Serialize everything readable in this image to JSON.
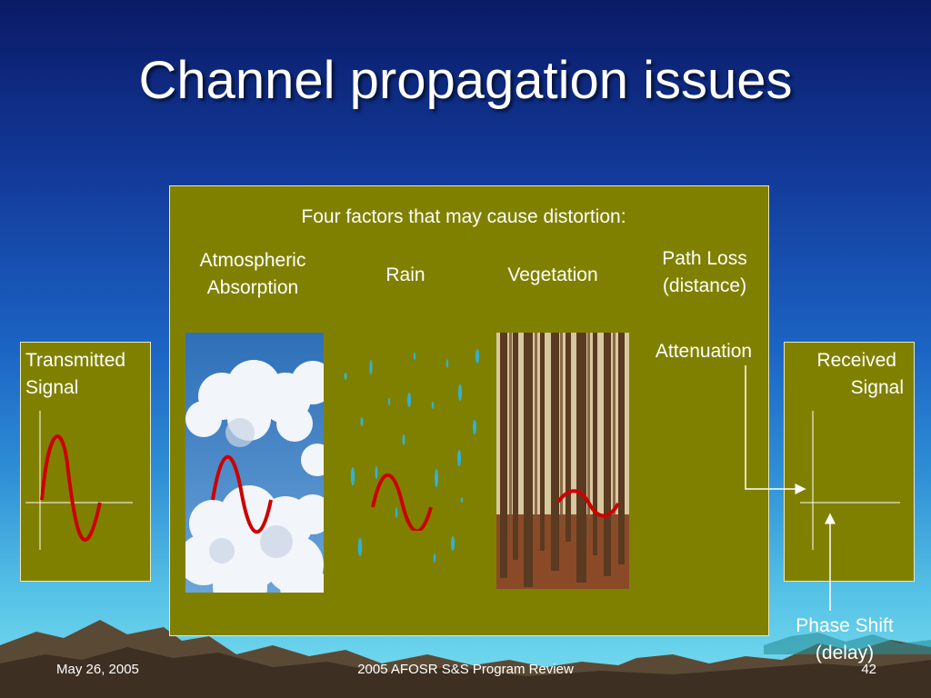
{
  "slide": {
    "title": "Channel propagation issues",
    "panel_heading": "Four factors that may cause distortion:",
    "factors": {
      "atmospheric": {
        "line1": "Atmospheric",
        "line2": "Absorption"
      },
      "rain": "Rain",
      "vegetation": "Vegetation",
      "path_loss": {
        "line1": "Path Loss",
        "line2": "(distance)"
      }
    },
    "attenuation_label": "Attenuation",
    "transmitted": {
      "line1": "Transmitted",
      "line2": "Signal"
    },
    "received": {
      "line1": "Received",
      "line2": "Signal"
    },
    "phase_shift": {
      "line1": "Phase Shift",
      "line2": "(delay)"
    }
  },
  "footer": {
    "date": "May 26, 2005",
    "event": "2005 AFOSR S&S Program Review",
    "page": "42"
  },
  "colors": {
    "panel": "#808000",
    "wave": "#cc0000",
    "text": "#ffffff"
  }
}
